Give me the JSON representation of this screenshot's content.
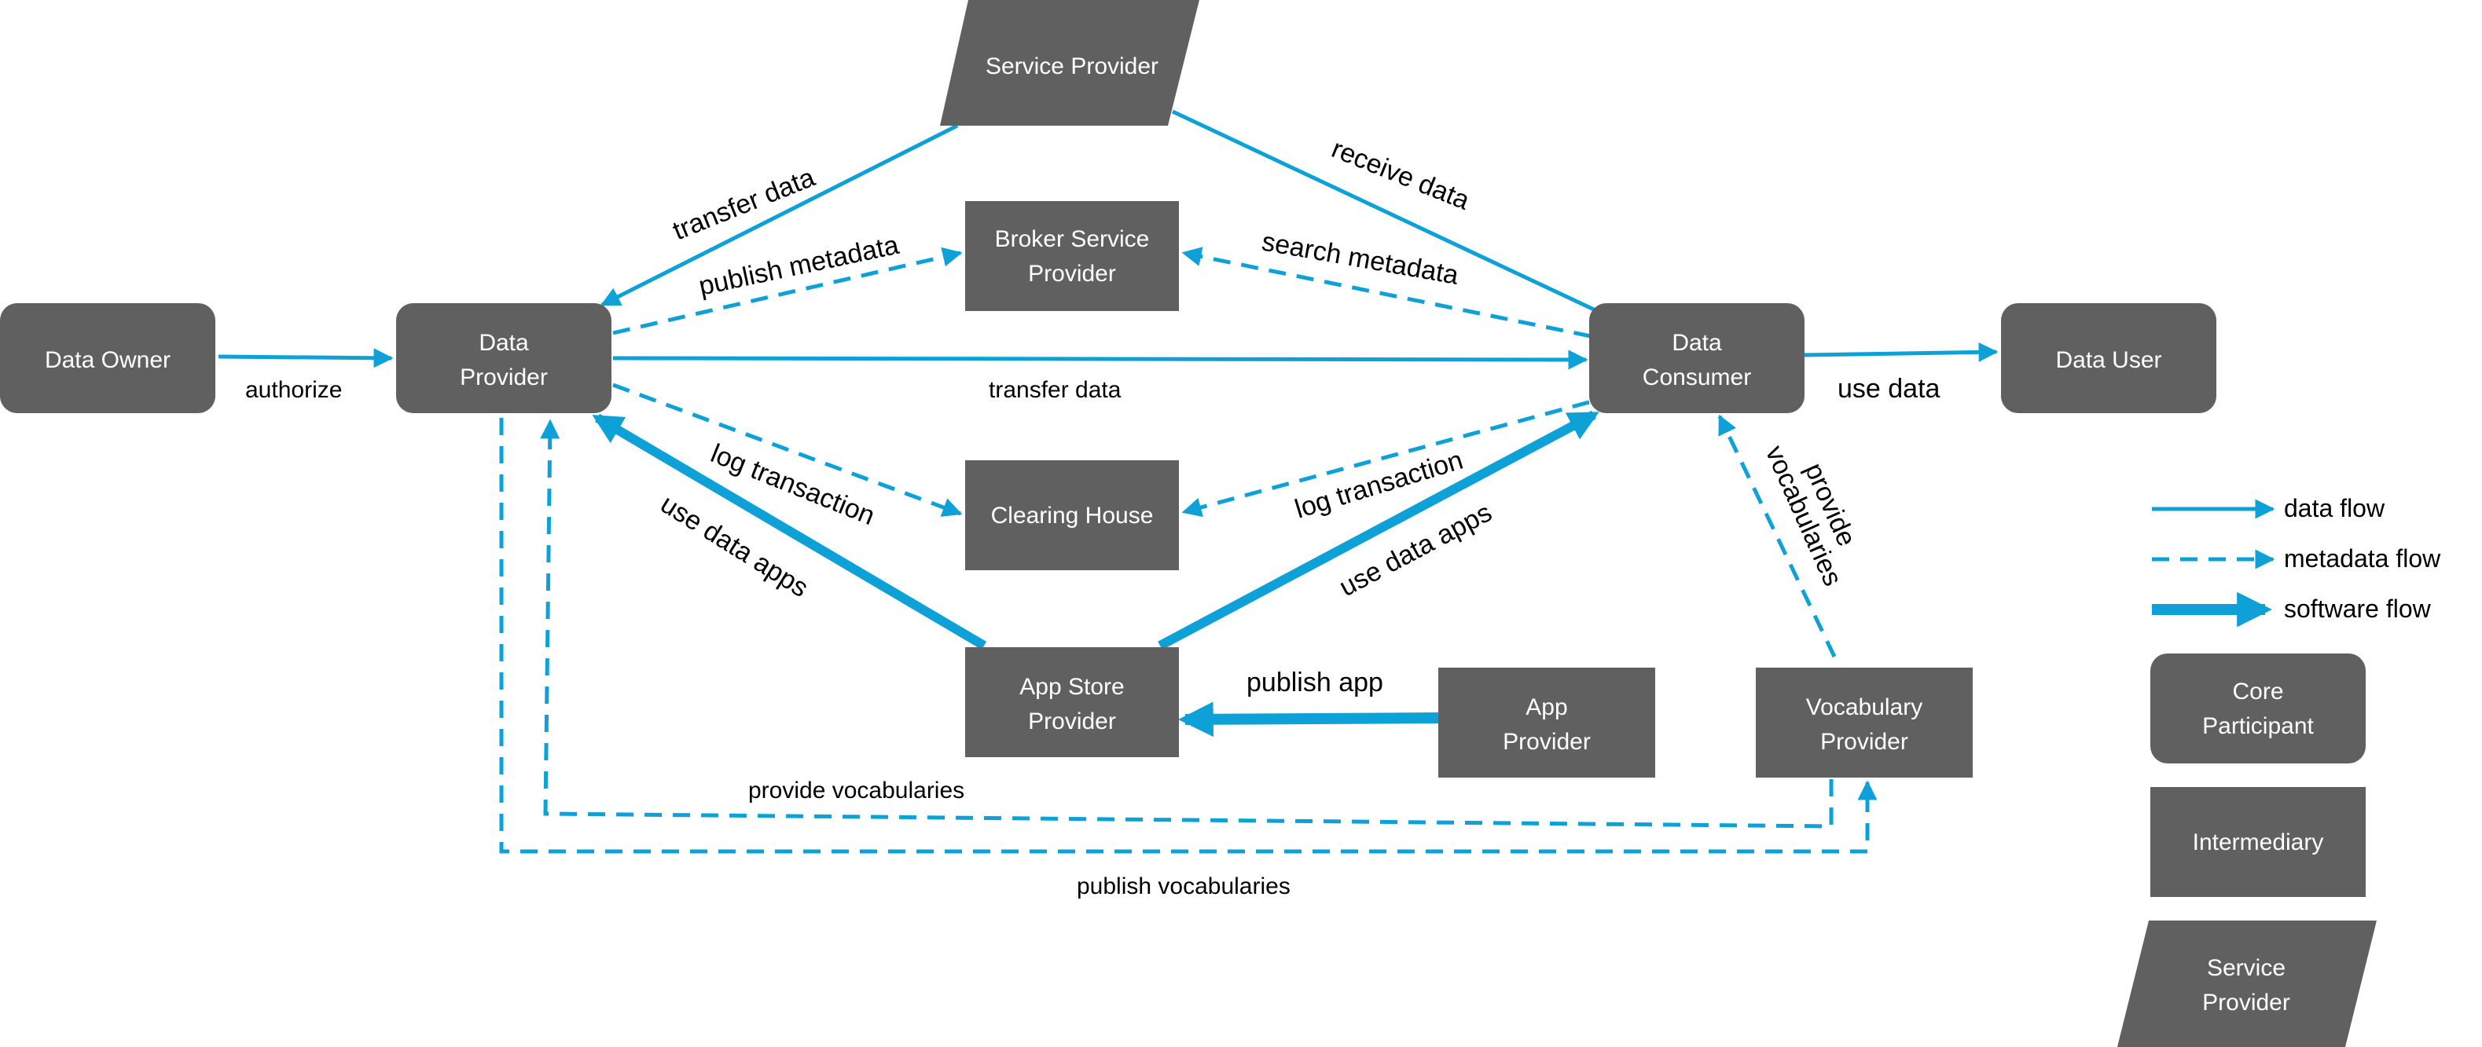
{
  "colors": {
    "node_fill": "#606060",
    "flow": "#0ea1d8",
    "text_on_node": "#ffffff",
    "text": "#000000"
  },
  "nodes": {
    "service_provider": "Service Provider",
    "broker_service_provider_1": "Broker Service",
    "broker_service_provider_2": "Provider",
    "data_owner": "Data Owner",
    "data_provider_1": "Data",
    "data_provider_2": "Provider",
    "data_consumer_1": "Data",
    "data_consumer_2": "Consumer",
    "data_user": "Data User",
    "clearing_house": "Clearing House",
    "app_store_provider_1": "App Store",
    "app_store_provider_2": "Provider",
    "app_provider_1": "App",
    "app_provider_2": "Provider",
    "vocabulary_provider_1": "Vocabulary",
    "vocabulary_provider_2": "Provider"
  },
  "edges": {
    "transfer_data_sp": "transfer data",
    "receive_data": "receive data",
    "publish_metadata": "publish metadata",
    "search_metadata": "search metadata",
    "authorize": "authorize",
    "transfer_data_main": "transfer data",
    "use_data": "use data",
    "log_transaction_left": "log transaction",
    "log_transaction_right": "log transaction",
    "use_data_apps_left": "use data apps",
    "use_data_apps_right": "use data apps",
    "publish_app": "publish app",
    "provide_vocabularies_diag_1": "provide",
    "provide_vocabularies_diag_2": "vocabularies",
    "provide_vocabularies_bottom": "provide vocabularies",
    "publish_vocabularies": "publish vocabularies"
  },
  "legend": {
    "data_flow": "data flow",
    "metadata_flow": "metadata flow",
    "software_flow": "software flow",
    "core_participant_1": "Core",
    "core_participant_2": "Participant",
    "intermediary": "Intermediary",
    "service_provider_1": "Service",
    "service_provider_2": "Provider"
  }
}
